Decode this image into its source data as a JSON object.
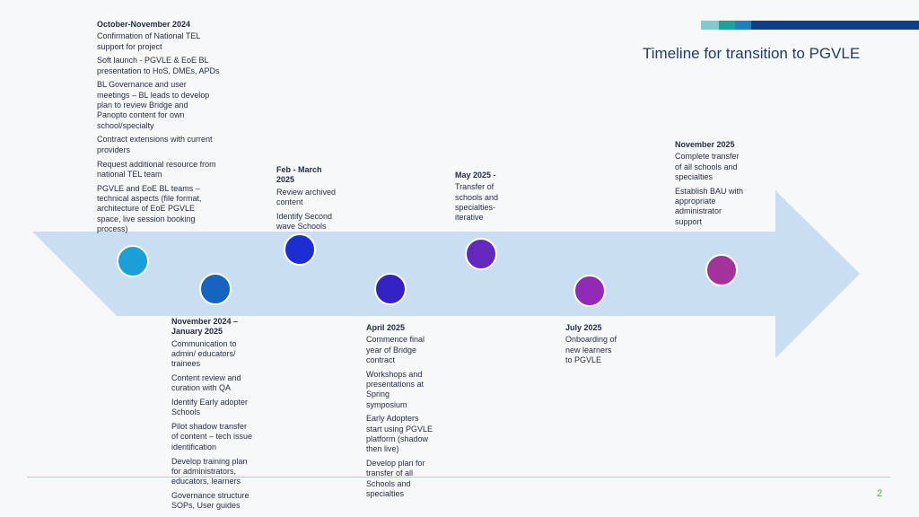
{
  "slide": {
    "title": "Timeline for transition to PGVLE",
    "page_number": "2",
    "accent_colors": [
      "#7fcbd0",
      "#1aa39a",
      "#1f7fc4",
      "#0f3d8a"
    ],
    "arrow_color": "#c9dff1",
    "milestone_colors": [
      "#1aa0d8",
      "#1565c0",
      "#1a2ed1",
      "#3422c2",
      "#6428be",
      "#922ab8",
      "#a3339a"
    ]
  },
  "timeline": {
    "oct_nov_2024": {
      "heading": "October-November 2024",
      "items": [
        "Confirmation of National TEL\nsupport for project",
        "Soft launch - PGVLE & EoE BL\npresentation to HoS, DMEs, APDs",
        "BL Governance and user\nmeetings – BL leads to develop\nplan to review Bridge and\nPanopto content for own\nschool/specialty",
        "Contract extensions with current\nproviders",
        "Request additional resource from\nnational TEL team",
        "PGVLE and EoE BL teams –\ntechnical aspects (file format,\narchitecture of EoE PGVLE\nspace, live session booking\nprocess)"
      ]
    },
    "nov_jan_2025": {
      "heading": "November 2024 –\nJanuary 2025",
      "items": [
        "Communication to\nadmin/ educators/\ntrainees",
        "Content review and\ncuration with QA",
        "Identify Early adopter\nSchools",
        "Pilot shadow transfer\nof  content – tech issue\nidentification",
        "Develop training  plan\nfor administrators,\neducators, learners",
        "Governance structure\nSOPs, User guides"
      ]
    },
    "feb_mar_2025": {
      "heading": "Feb - March\n2025",
      "items": [
        "Review archived\ncontent",
        "Identify Second\nwave Schools"
      ]
    },
    "apr_2025": {
      "heading": "April 2025",
      "items": [
        "Commence final\nyear of Bridge\ncontract",
        "Workshops and\npresentations at\nSpring\nsymposium",
        "Early Adopters\nstart using PGVLE\nplatform (shadow\nthen live)",
        "Develop plan for\ntransfer of all\nSchools and\nspecialties"
      ]
    },
    "may_2025": {
      "heading": "May 2025 -",
      "items": [
        "Transfer of\nschools  and\nspecialties-\niterative"
      ]
    },
    "jul_2025": {
      "heading": "July 2025",
      "items": [
        "Onboarding of\nnew learners\nto PGVLE"
      ]
    },
    "nov_2025": {
      "heading": "November 2025",
      "items": [
        "Complete transfer\nof all schools and\nspecialties",
        "Establish BAU with\nappropriate\nadministrator\nsupport"
      ]
    }
  }
}
